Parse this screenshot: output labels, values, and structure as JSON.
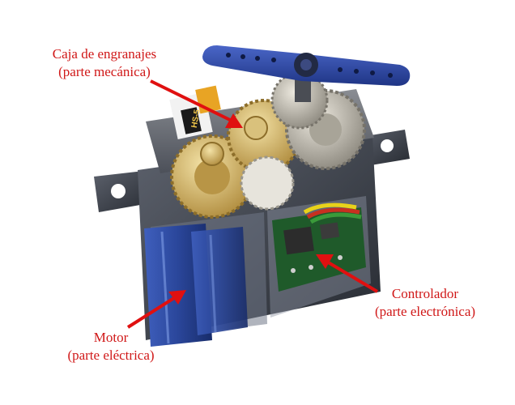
{
  "labels": {
    "gearbox": {
      "line1": "Caja de engranajes",
      "line2": "(parte mecánica)"
    },
    "controller": {
      "line1": "Controlador",
      "line2": "(parte electrónica)"
    },
    "motor": {
      "line1": "Motor",
      "line2": "(parte eléctrica)"
    }
  },
  "servo": {
    "sticker_text": "HS-5"
  },
  "colors": {
    "label": "#d01818",
    "arrow": "#e01010",
    "horn": "#2d47a8",
    "motor": "#2e4fa0",
    "case": "#3a3f49",
    "gear_brass": "#d2b266",
    "gear_silver": "#b9b4a8",
    "pcb": "#1f5a2a"
  },
  "icons": {
    "arrow": "red-arrow",
    "servo": "servo-motor-illustration"
  }
}
